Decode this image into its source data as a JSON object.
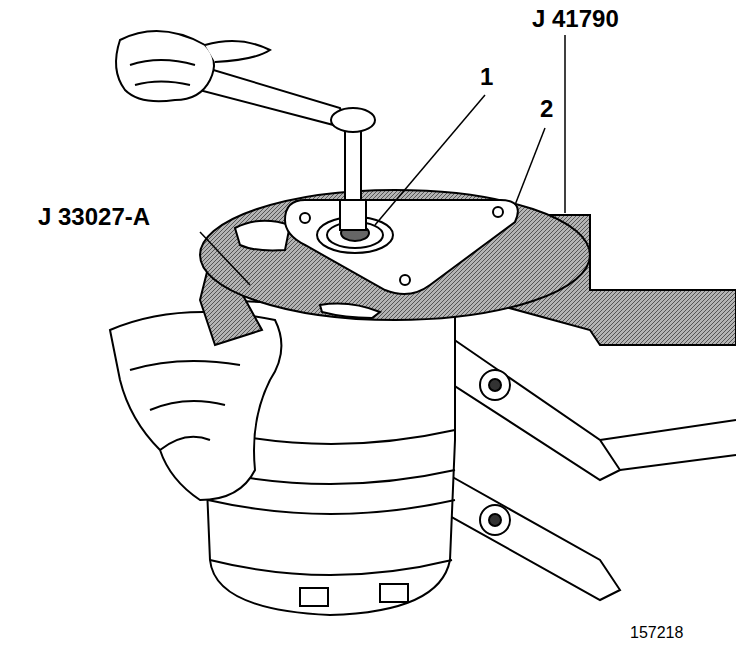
{
  "diagram": {
    "labels": [
      "1",
      "2",
      "J 33027-A",
      "J 41790",
      "157218"
    ]
  }
}
